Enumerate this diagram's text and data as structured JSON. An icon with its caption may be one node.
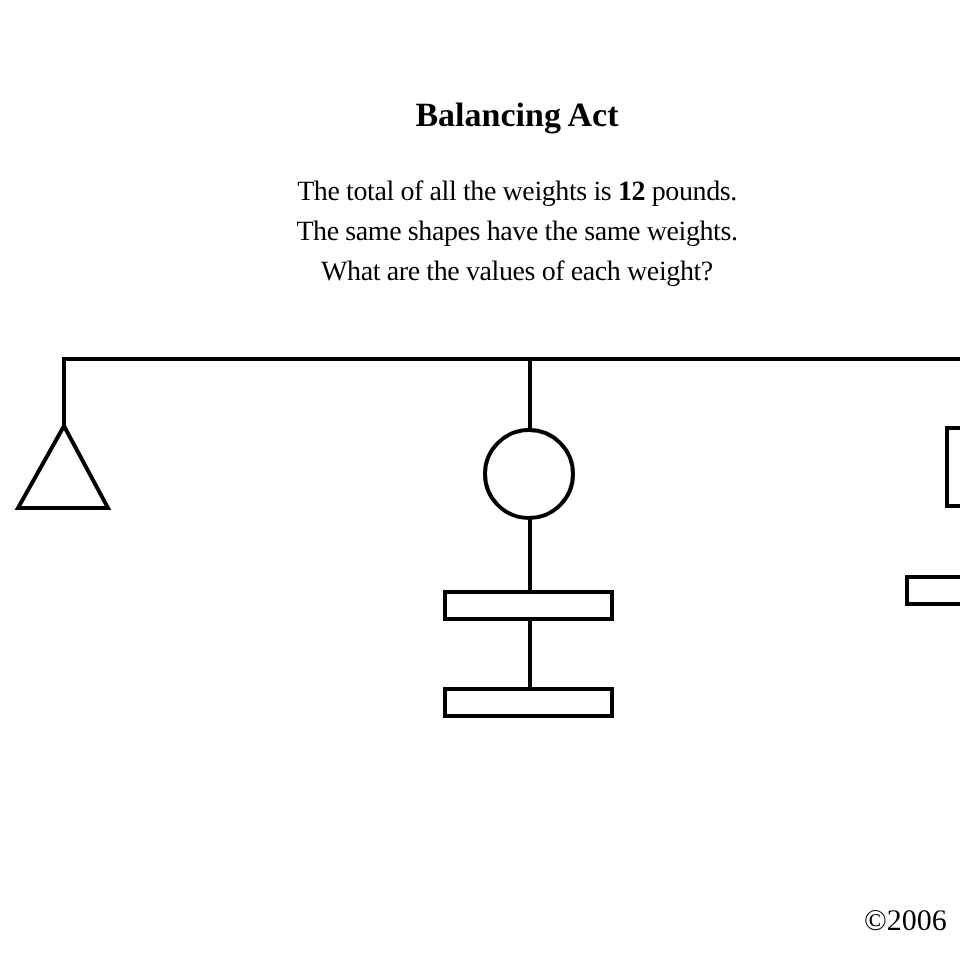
{
  "diagram": {
    "title": "Balancing Act",
    "labels": [
      "The total of all the weights is **12** pounds.",
      "The same shapes have the same weights.",
      "What are the values of each weight?",
      "©2006"
    ]
  }
}
